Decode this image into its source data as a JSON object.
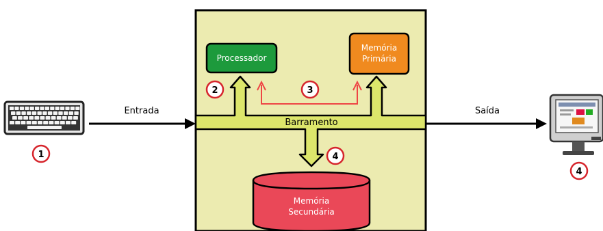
{
  "labels": {
    "entrada": "Entrada",
    "saida": "Saída",
    "barramento": "Barramento",
    "processador": "Processador",
    "memoria_primaria": [
      "Memória",
      "Primária"
    ],
    "memoria_secundaria": [
      "Memória",
      "Secundária"
    ]
  },
  "markers": {
    "keyboard": "1",
    "processador": "2",
    "link": "3",
    "secundaria": "4",
    "monitor": "4"
  },
  "icons": {
    "input_device": "keyboard-icon",
    "output_device": "monitor-icon"
  },
  "colors": {
    "system_box": "#ecebb0",
    "bus": "#dde66b",
    "processador": "#1d9a3c",
    "memoria_primaria": "#f08a1f",
    "memoria_secundaria": "#ea4858",
    "marker_ring": "#d6252c",
    "red_link": "#ee4444",
    "outline": "#000000"
  }
}
